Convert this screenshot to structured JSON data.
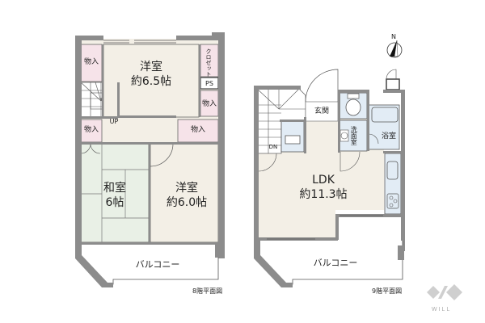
{
  "floor8": {
    "caption": "8階平面図",
    "rooms": {
      "western_room_1": {
        "name": "洋室",
        "size": "約6.5帖"
      },
      "western_room_2": {
        "name": "洋室",
        "size": "約6.0帖"
      },
      "japanese_room": {
        "name": "和室",
        "size": "6帖"
      },
      "closet": "クロゼット",
      "ps": "PS",
      "storage_label": "物入",
      "stair_label": "UP",
      "balcony": "バルコニー"
    }
  },
  "floor9": {
    "caption": "9階平面図",
    "rooms": {
      "ldk": {
        "name": "LDK",
        "size": "約11.3帖"
      },
      "entrance": "玄関",
      "washroom": "洗面室",
      "bathroom": "浴室",
      "stair_label": "DN",
      "balcony": "バルコニー"
    }
  },
  "compass": {
    "label": "N"
  },
  "logo": {
    "text": "WILL"
  },
  "colors": {
    "wall": "#8c8c8c",
    "western_floor": "#f3efe6",
    "japanese_floor": "#e9f0e6",
    "storage": "#f6e3e9",
    "wet_area": "#e2ecf5",
    "line": "#444444"
  }
}
